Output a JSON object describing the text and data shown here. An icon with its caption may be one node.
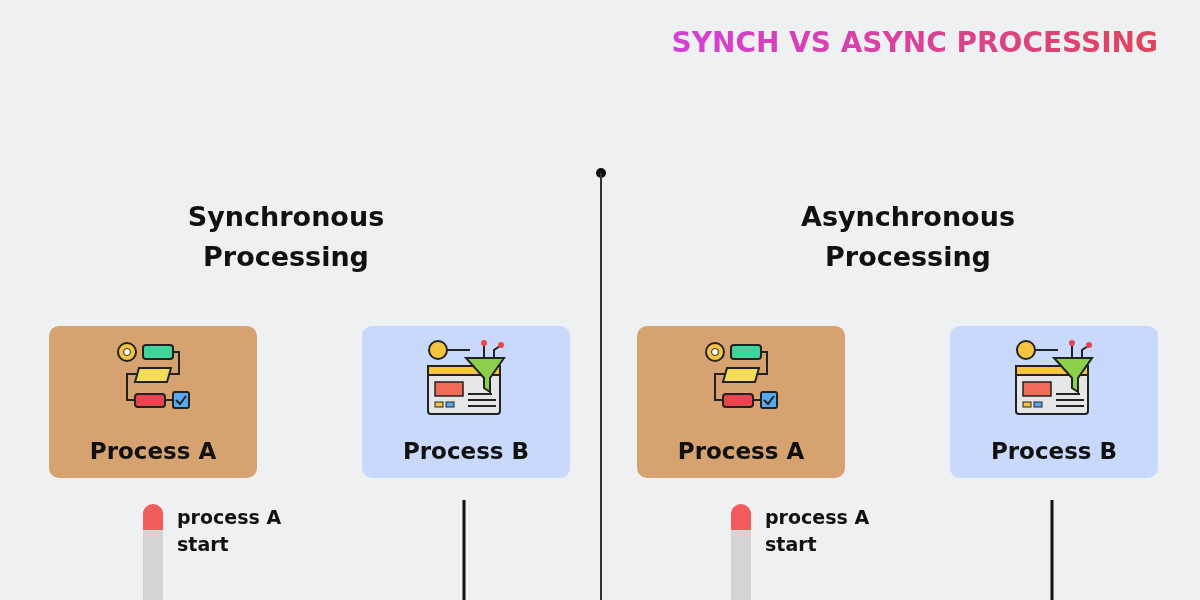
{
  "diagram": {
    "title": "SYNCH VS ASYNC PROCESSING",
    "nodes": [
      {
        "text": [
          "Process A"
        ]
      },
      {
        "text": [
          "Process B"
        ]
      },
      {
        "text": [
          "Process A"
        ]
      },
      {
        "text": [
          "Process B"
        ]
      }
    ],
    "labels": [
      "Synchronous Processing",
      "Asynchronous Processing",
      "process A start",
      "process A start"
    ]
  }
}
